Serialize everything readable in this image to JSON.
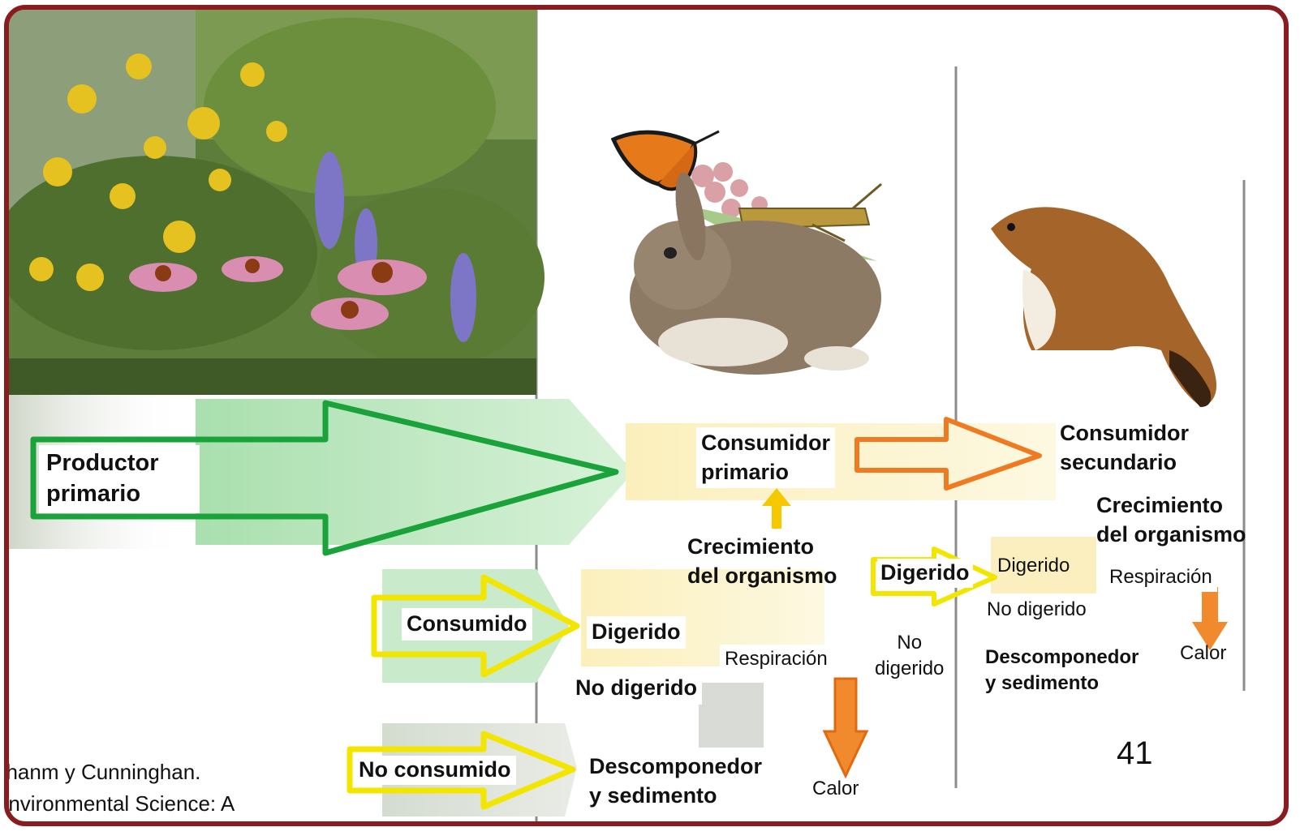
{
  "labels": {
    "productor_primario": "Productor\nprimario",
    "consumidor_primario": "Consumidor\nprimario",
    "consumidor_secundario": "Consumidor\nsecundario",
    "crecimiento_1": "Crecimiento\ndel organismo",
    "crecimiento_2": "Crecimiento\ndel organismo",
    "consumido": "Consumido",
    "no_consumido": "No consumido",
    "digerido_1": "Digerido",
    "digerido_2": "Digerido",
    "digerido_3": "Digerido",
    "no_digerido_1": "No digerido",
    "no_digerido_2": "No\ndigerido",
    "no_digerido_3": "No digerido",
    "respiracion_1": "Respiración",
    "respiracion_2": "Respiración",
    "calor_1": "Calor",
    "calor_2": "Calor",
    "descomponedor_1": "Descomponedor\ny sedimento",
    "descomponedor_2": "Descomponedor\ny sedimento"
  },
  "citation": {
    "line1": "ghanm y Cunninghan.",
    "line2": "Environmental Science: A"
  },
  "slide_number": "41",
  "colors": {
    "frame": "#8a1c20",
    "green_arrow": "#1aa33a",
    "orange_arrow": "#f07a22",
    "yellow_arrow": "#f2e600",
    "pale_green": "#bfe8c2",
    "pale_yellow": "#fbf3c8"
  },
  "icons": [
    "flower-meadow-image",
    "monarch-butterfly-image",
    "grasshopper-image",
    "rabbit-image",
    "weasel-image"
  ]
}
